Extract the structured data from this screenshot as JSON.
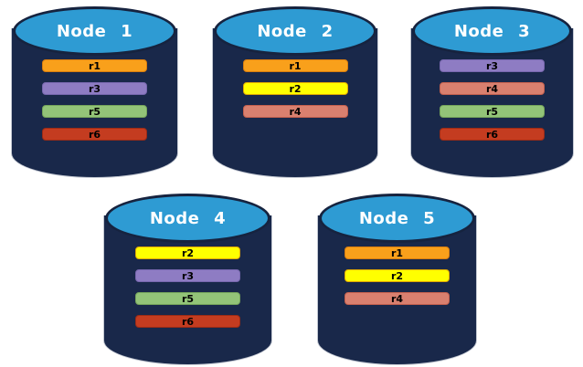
{
  "diagram": {
    "description": "Five database nodes with replicated partitions"
  },
  "cylinder_colors": {
    "body": "#19284A",
    "top": "#2E9BD3",
    "top_border": "#16233F",
    "outline": "#C3C8D2",
    "title_text": "#FFFFFF"
  },
  "bar_text_color": "#000000",
  "replica_colors": {
    "r1": {
      "fill": "#F9A01B",
      "border": "#D97D0E"
    },
    "r2": {
      "fill": "#FFFF00",
      "border": "#E0A800"
    },
    "r3": {
      "fill": "#8E7CC3",
      "border": "#7767AE"
    },
    "r4": {
      "fill": "#D9806F",
      "border": "#C4604E"
    },
    "r5": {
      "fill": "#93C478",
      "border": "#76A55B"
    },
    "r6": {
      "fill": "#C43C20",
      "border": "#9C2B16"
    }
  },
  "nodes": [
    {
      "name": "Node 1",
      "replicas": [
        "r1",
        "r3",
        "r5",
        "r6"
      ]
    },
    {
      "name": "Node 2",
      "replicas": [
        "r1",
        "r2",
        "r4"
      ]
    },
    {
      "name": "Node 3",
      "replicas": [
        "r3",
        "r4",
        "r5",
        "r6"
      ]
    },
    {
      "name": "Node 4",
      "replicas": [
        "r2",
        "r3",
        "r5",
        "r6"
      ]
    },
    {
      "name": "Node 5",
      "replicas": [
        "r1",
        "r2",
        "r4"
      ]
    }
  ]
}
